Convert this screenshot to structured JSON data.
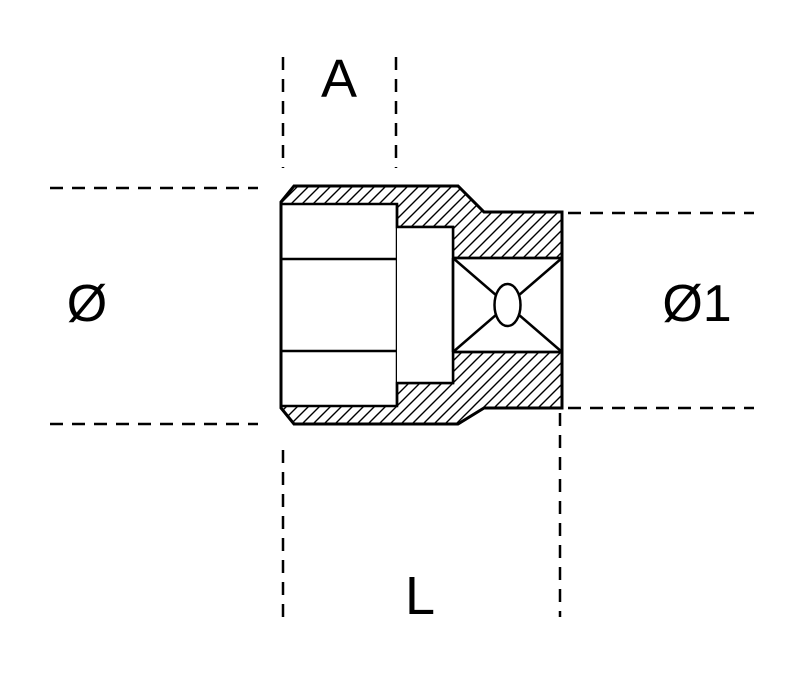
{
  "page": {
    "background_color": "#ffffff",
    "line_color": "#000000",
    "description": "Technical line drawing of a hexagon socket (side cross-section) with dimension reference lines"
  },
  "labels": {
    "dim_a": "A",
    "dim_diameter": "Ø",
    "dim_diameter1": "Ø1",
    "dim_length": "L"
  }
}
